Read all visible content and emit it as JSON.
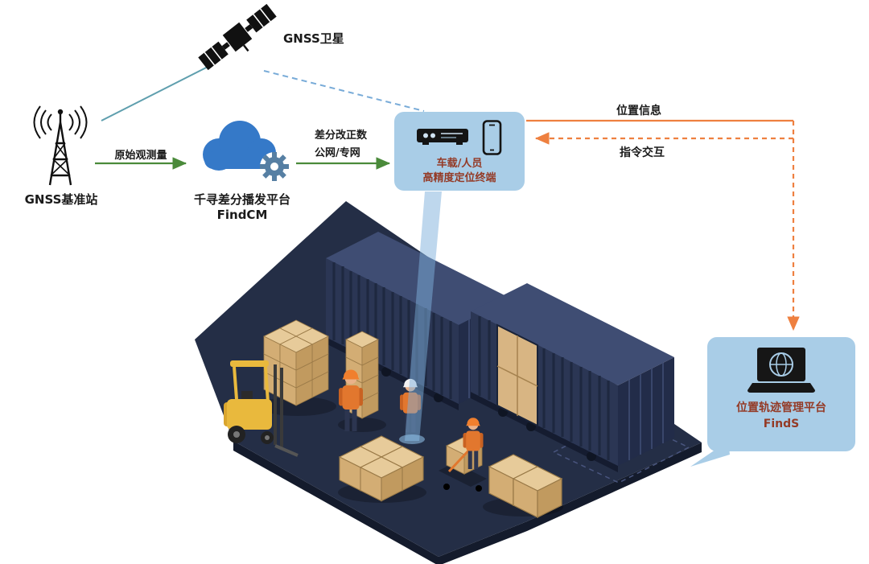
{
  "nodes": {
    "satellite": {
      "label": "GNSS卫星"
    },
    "base_station": {
      "label": "GNSS基准站"
    },
    "cloud": {
      "name": "千寻差分播发平台",
      "product": "FindCM"
    },
    "terminal": {
      "line1": "车载/人员",
      "line2": "高精度定位终端"
    },
    "management": {
      "name": "位置轨迹管理平台",
      "product": "FindS"
    }
  },
  "links": {
    "raw_obs": {
      "label": "原始观测量"
    },
    "corrections": {
      "line1": "差分改正数",
      "line2": "公网/专网"
    },
    "position": {
      "label": "位置信息"
    },
    "command": {
      "label": "指令交互"
    }
  },
  "colors": {
    "green_arrow": "#4a8a3a",
    "orange_arrow": "#ee8040",
    "satellite_link": "#5f9fae",
    "satellite_dashed_link": "#78abd8",
    "node_bubble_bg": "#a9cde7",
    "node_text": "#943a26",
    "cloud_blue": "#3579c8",
    "container_navy": "#2b3654",
    "floor_dark": "#242e46",
    "crate_tan": "#d8b583",
    "forklift_yellow": "#e9b93d",
    "vest_orange": "#e2772e"
  }
}
